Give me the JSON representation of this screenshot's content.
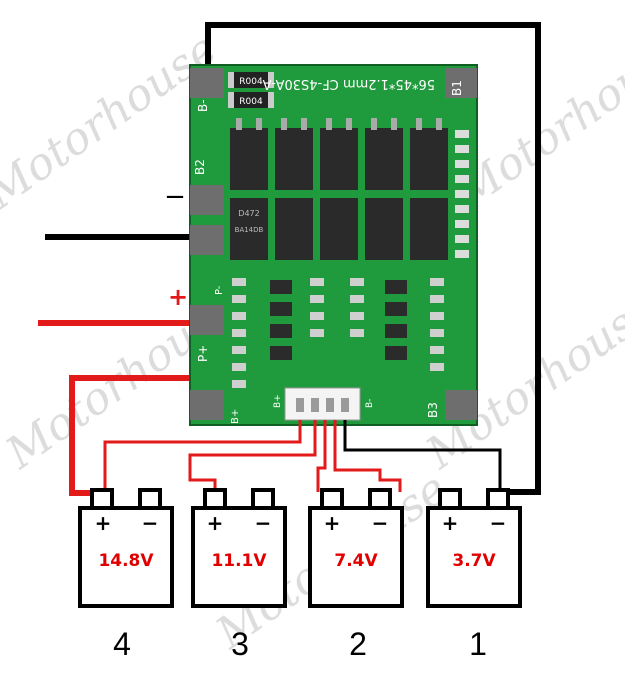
{
  "board": {
    "model_text": "56*45*1.2mm CF-4S30A-A",
    "resistor_label_top": "R004",
    "resistor_label_bottom": "R004",
    "mosfet_label_top": "D472",
    "mosfet_label_bottom": "BA14DB",
    "pads": {
      "b_minus": "B-",
      "b2": "B2",
      "p_minus": "P-",
      "p_plus": "P+",
      "b_plus": "B+",
      "b1": "B1",
      "b3": "B3"
    },
    "connector_left": "B+",
    "connector_right": "B-"
  },
  "wire_labels": {
    "minus": "−",
    "plus": "+"
  },
  "batteries": [
    {
      "voltage": "14.8V",
      "number": "4",
      "plus": "+",
      "minus": "−"
    },
    {
      "voltage": "11.1V",
      "number": "3",
      "plus": "+",
      "minus": "−"
    },
    {
      "voltage": "7.4V",
      "number": "2",
      "plus": "+",
      "minus": "−"
    },
    {
      "voltage": "3.7V",
      "number": "1",
      "plus": "+",
      "minus": "−"
    }
  ],
  "watermark": "Motorhouse",
  "colors": {
    "pcb": "#1f9a3c",
    "pcb_dark": "#167a2e",
    "black_wire": "#000000",
    "red_wire": "#e21a1a",
    "voltage_text": "#e00000"
  }
}
